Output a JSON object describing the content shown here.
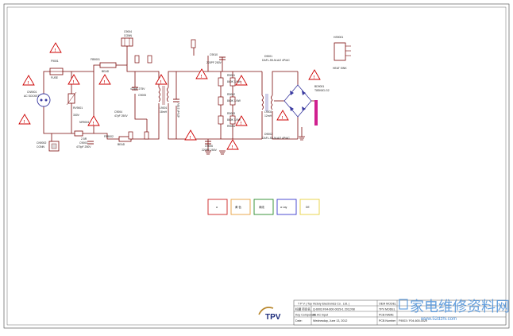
{
  "labels": {
    "cn9001": "CN9001",
    "ac_socket": "AC SOCKET",
    "f9001": "F9001",
    "fuse": "FUSE",
    "fb9001": "FB9001",
    "bead1": "BEAD",
    "c9004": "C9004",
    "conn": "CONN",
    "rv9001": "RV9001",
    "v330": "330V",
    "nr9001": "NR9001",
    "ohm": "2.5R",
    "c9003": "C9003",
    "c9003_val": "470pF 250V",
    "fb9002": "FB9002",
    "bead2": "BEAD",
    "cn9002": "CN9002",
    "conn2": "CONN",
    "c9002": "470pF 275V",
    "c9004b": "C9004",
    "c9004b_val": "47pF 250V",
    "l9001": "L9001",
    "l9001_val": "18mH",
    "c9005": "C9005",
    "c9005_val": "470nF 275V",
    "c9006": "C9006",
    "c9006_val": "220PF 250V",
    "c9010": "C9010",
    "c9010_val": "220PF 250V",
    "r9001": "R9001",
    "r9002": "R9002",
    "r9003": "R9003",
    "r9004": "R9004",
    "r_val": "840K 1/4W",
    "l9002": "L9002",
    "l9002_val": "12mH",
    "d9001": "D9001",
    "d9001_val": "DAFL-S5-M-A/2 4P/AC",
    "d9002": "D9002",
    "d9002_val": "DAFL-S5-M-A/2 4P/AC",
    "bd9001": "BD9001",
    "bd9001_val": "T8SK8G-G2",
    "hs9001": "HS9001",
    "heat_sink": "HEAT SINK"
  },
  "legend": {
    "item1": "a",
    "item2": "黄  色",
    "item3": "绿线",
    "item4": "a Lay",
    "item5": "DE"
  },
  "colors": {
    "wire": "#7a0a0a",
    "warning": "#cc0000",
    "highlight": "#d0208f",
    "legend_red": "#cc2222",
    "legend_orange": "#e8a040",
    "legend_green": "#2a8a2a",
    "legend_blue": "#3a3acc",
    "legend_yellow": "#e8d040"
  },
  "title_block": {
    "company": "T P V ( Top Victory Electronics Co . Ltd. )",
    "title_label": "标题 项目名",
    "doc_no": "Q-6003 F04-600-0029-1 2012/08",
    "sub_label": "Key Component",
    "sub_text": "EL AC Input",
    "date_label": "Date:",
    "date_text": "Wednesday, June 13, 2012",
    "r1_label": "OEM MODEL",
    "r2_label": "TPV MODEL",
    "r3_label": "PCB NAME",
    "r4_label": "PCB Number",
    "r4_text": "F9003 / F04-600-0029",
    "logo": "TPV"
  },
  "watermark": {
    "cn": "家电维修资料网",
    "url": "www.52dzhi.com"
  }
}
